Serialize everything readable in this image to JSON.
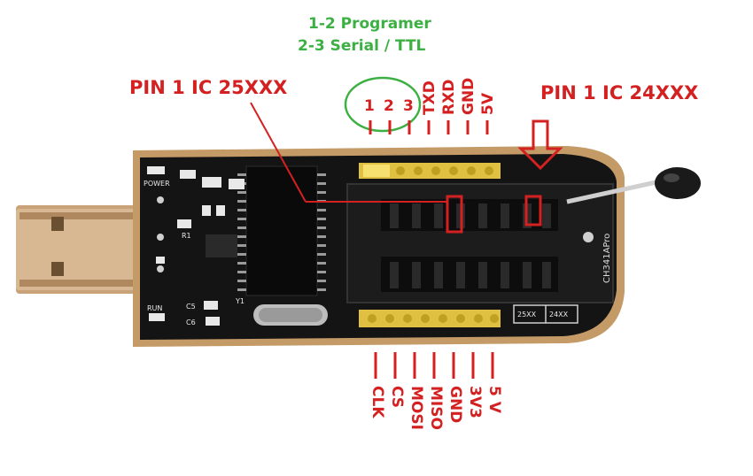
{
  "legend": {
    "line1": "1-2 Programer",
    "line2": "2-3 Serial / TTL"
  },
  "callouts": {
    "pin1_25xxx": "PIN 1 IC 25XXX",
    "pin1_24xxx": "PIN 1 IC 24XXX"
  },
  "jumper_numbers": [
    "1",
    "2",
    "3"
  ],
  "top_pins": [
    "TXD",
    "RXD",
    "GND",
    "5V"
  ],
  "bottom_pins": [
    "CLK",
    "CS",
    "MOSI",
    "MISO",
    "GND",
    "3V3",
    "5 V"
  ],
  "silkscreen": {
    "power": "POWER",
    "run": "RUN",
    "r1": "R1",
    "c5": "C5",
    "c6": "C6",
    "y1": "Y1",
    "board_name": "CH341APro",
    "socket_25": "25XX",
    "socket_24": "24XX"
  },
  "colors": {
    "annotation_red": "#d42020",
    "legend_green": "#3cb043",
    "board_black": "#151515",
    "usb_metal": "#c8a070"
  }
}
